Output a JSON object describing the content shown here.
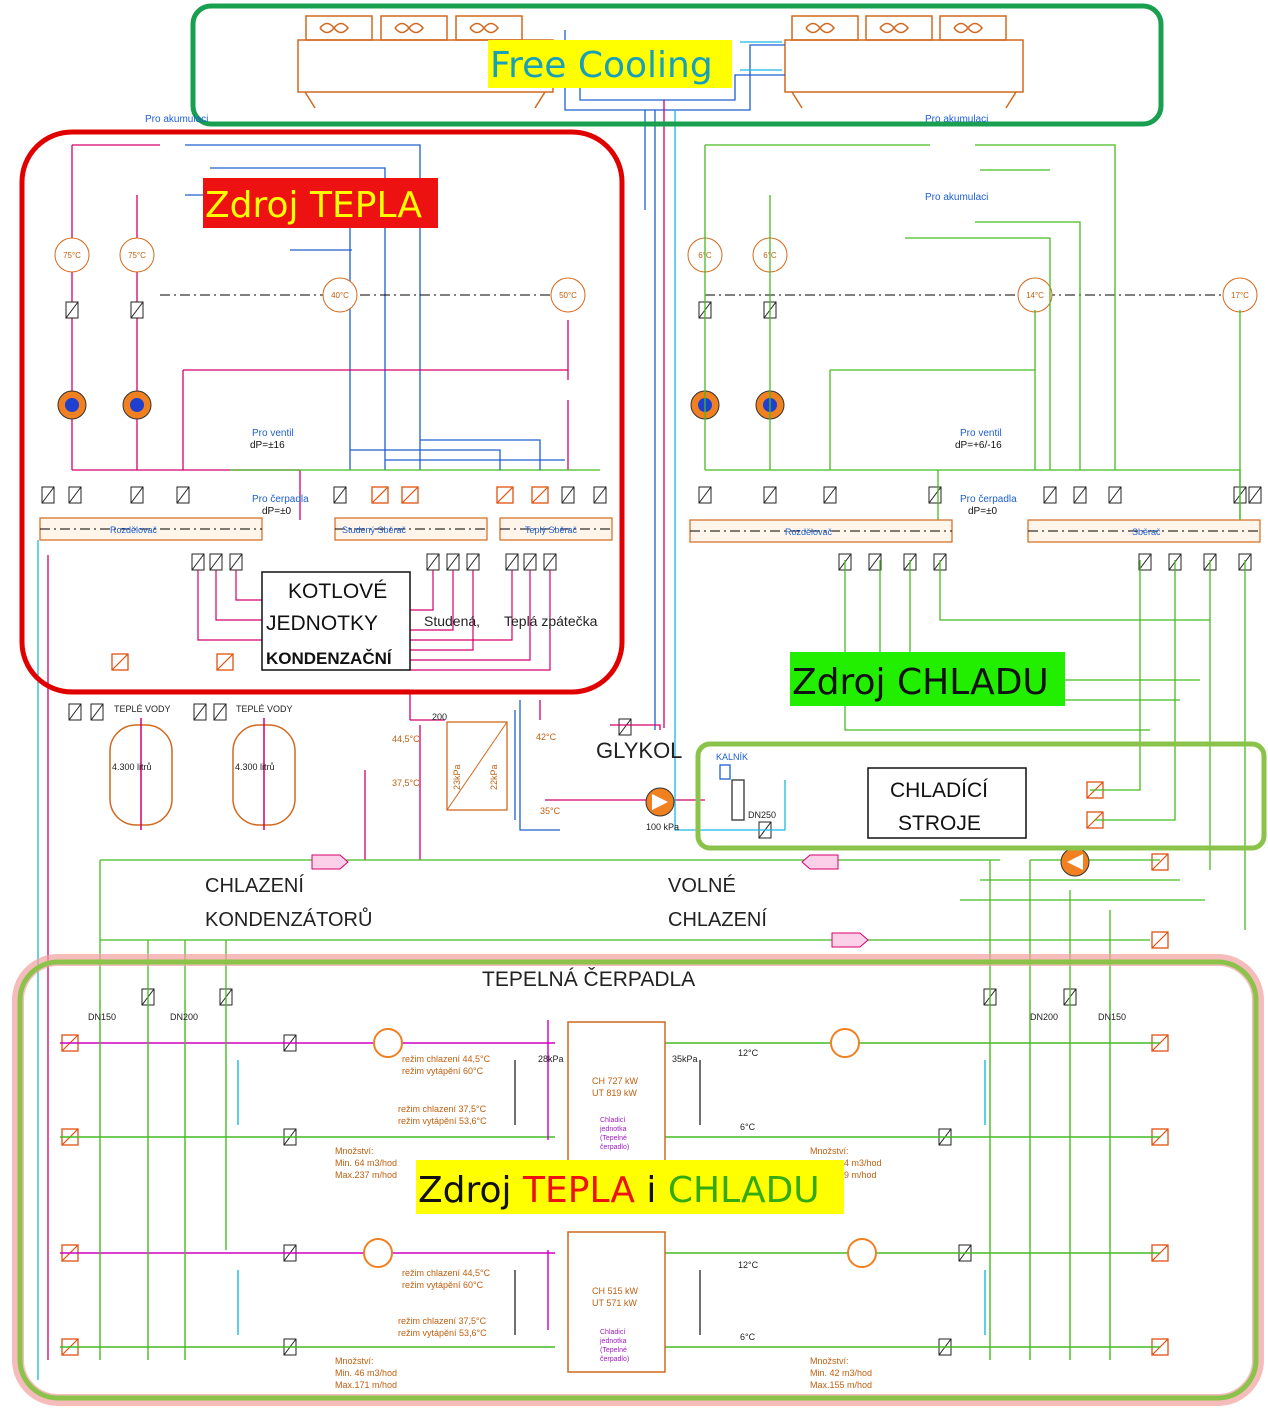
{
  "colors": {
    "magenta": "#d4006a",
    "pink": "#e83aa0",
    "green": "#44bb22",
    "light_green": "#9acd50",
    "blue": "#1e5fd0",
    "cyan": "#1ab8e0",
    "orange": "#d2691e",
    "violet": "#b000c0",
    "frame_green": "#18a050",
    "frame_red": "#e00000",
    "frame_lightgreen": "#8bc34a",
    "label_yellow": "#ffff00",
    "label_red": "#ee1111",
    "label_green": "#22ee00"
  },
  "labels": {
    "free_cooling": "Free Cooling",
    "zdroj_tepla": "Zdroj TEPLA",
    "zdroj_chladu": "Zdroj CHLADU",
    "zdroj_mix_prefix": "Zdroj ",
    "zdroj_mix_tepla": "TEPLA",
    "zdroj_mix_i": " i ",
    "zdroj_mix_chladu": "CHLADU"
  },
  "boxes": {
    "kotlove_1": "KOTLOVÉ",
    "kotlove_2": "JEDNOTKY",
    "kotlove_3": "KONDENZAČNÍ",
    "chladici_1": "CHLADÍCÍ",
    "chladici_2": "STROJE"
  },
  "texts": {
    "glykol": "GLYKOL",
    "chlazeni": "CHLAZENÍ",
    "kondenzatoru": "KONDENZÁTORŮ",
    "volne": "VOLNÉ",
    "chlazeni2": "CHLAZENÍ",
    "tepelna_cerpadla": "TEPELNÁ ČERPADLA",
    "studena": "Studená,",
    "tepla_zpatecka": "Teplá  zpátečka",
    "pro_akumulaci": "Pro akumulaci",
    "pro_ventil": "Pro ventil",
    "dp_16": "dP=±16",
    "dp_6_16": "dP=+6/-16",
    "pro_cerpadla": "Pro čerpadla",
    "dp_0": "dP=±0",
    "rozdelovac": "Rozdělovač",
    "studeny_sberac": "Studený Sběrač",
    "teply_sberac": "Teplý Sběrač",
    "sberac": "Sběrač",
    "teple_vody": "TEPLÉ VODY",
    "tank_4300": "4.300 litrů",
    "kalnik": "KALNÍK",
    "dn250": "DN250",
    "dn200": "DN200",
    "dn150": "DN150",
    "kpa_100": "100 kPa",
    "kpa_23": "23kPa",
    "kpa_22": "22kPa",
    "kpa_28": "28kPa",
    "kpa_35": "35kPa",
    "n_200": "200",
    "t_44_5": "44,5°C",
    "t_37_5": "37,5°C",
    "t_42": "42°C",
    "t_35": "35°C",
    "t_12": "12°C",
    "t_6": "6°C",
    "rezim_chl_44": "režim chlazení 44,5°C",
    "rezim_vyt_60": "režim vytápění 60°C",
    "rezim_chl_37": "režim chlazení 37,5°C",
    "rezim_vyt_53": "režim vytápění 53,6°C",
    "ch727": "CH 727 kW",
    "ut819": "UT 819 kW",
    "ch515": "CH 515 kW",
    "ut571": "UT 571 kW",
    "chladici_jednotka_1": "Chladicí",
    "chladici_jednotka_2": "jednotka",
    "chladici_jednotka_3": "(Tepelné",
    "chladici_jednotka_4": "čerpadlo)",
    "mnozstvi": "Množství:",
    "min64": "Min. 64 m3/hod",
    "max237": "Max.237 m/hod",
    "min46": "Min. 46 m3/hod",
    "max171": "Max.171 m/hod",
    "min42": "Min. 42 m3/hod",
    "max155": "Max.155 m/hod",
    "min_r1": "4 m3/hod",
    "max_r1": "9 m/hod"
  },
  "temps": {
    "h1": "75°C",
    "h2": "75°C",
    "h3": "40°C",
    "h4": "50°C",
    "c1": "6°C",
    "c2": "6°C",
    "c3": "14°C",
    "c4": "17°C"
  }
}
